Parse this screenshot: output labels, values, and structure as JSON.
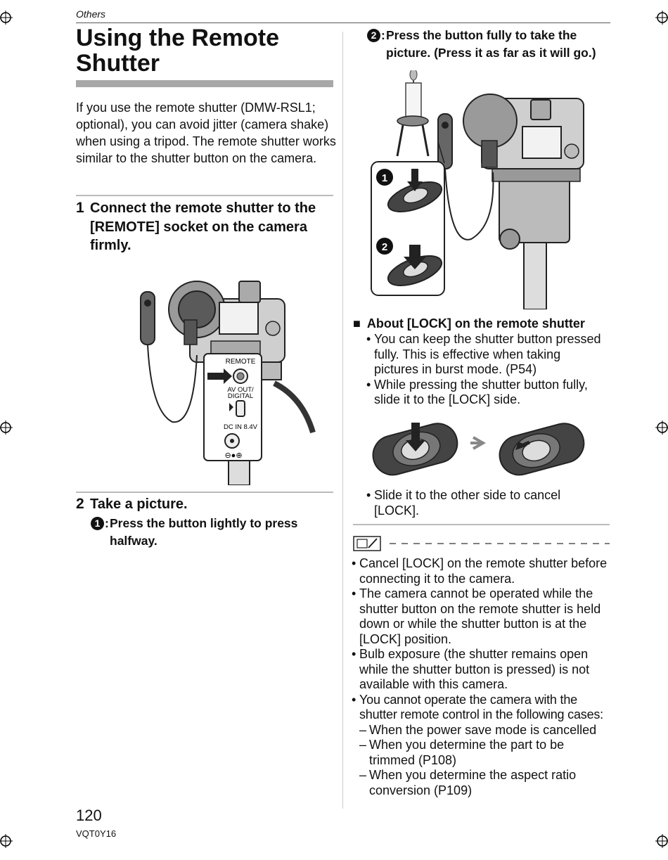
{
  "header": {
    "section": "Others"
  },
  "title": {
    "line1": "Using the Remote",
    "line2": "Shutter"
  },
  "intro": "If you use the remote shutter (DMW-RSL1; optional), you can avoid jitter (camera shake) when using a tripod. The remote shutter works similar to the shutter button on the camera.",
  "step1": {
    "number": "1",
    "text": "Connect the remote shutter  to the [REMOTE] socket on the camera firmly.",
    "figure": {
      "label_remote": "REMOTE",
      "label_av1": "AV OUT/",
      "label_av2": "DIGITAL",
      "label_dc": "DC IN 8.4V"
    }
  },
  "step2": {
    "number": "2",
    "text": "Take a picture.",
    "sub1_marker": "1",
    "sub1_text": "Press the button lightly to press halfway.",
    "sub2_marker": "2",
    "sub2_text": "Press the button fully to take the picture. (Press it as far as it will go.)",
    "figure": {
      "marker1": "1",
      "marker2": "2"
    }
  },
  "lock": {
    "heading": "About [LOCK] on the remote shutter",
    "bullet1": "You can keep the shutter button pressed fully. This is effective when taking pictures in burst mode. (P54)",
    "bullet2": "While pressing the shutter button fully, slide it to the [LOCK] side.",
    "bullet3": "Slide it to the other side to cancel [LOCK]."
  },
  "notes": {
    "items": [
      "Cancel [LOCK] on the remote shutter before connecting it to the camera.",
      "The camera cannot be operated while the shutter button on the remote shutter is held down or while the shutter button is at the [LOCK] position.",
      "Bulb exposure (the shutter remains open while the shutter button is pressed) is not available with this camera.",
      "You cannot operate the camera with the shutter remote control in the following cases:"
    ],
    "subitems": [
      "When the power save mode is cancelled",
      "When you determine the part to be trimmed (P108)",
      "When you determine the aspect ratio conversion (P109)"
    ]
  },
  "footer": {
    "page": "120",
    "code": "VQT0Y16"
  }
}
